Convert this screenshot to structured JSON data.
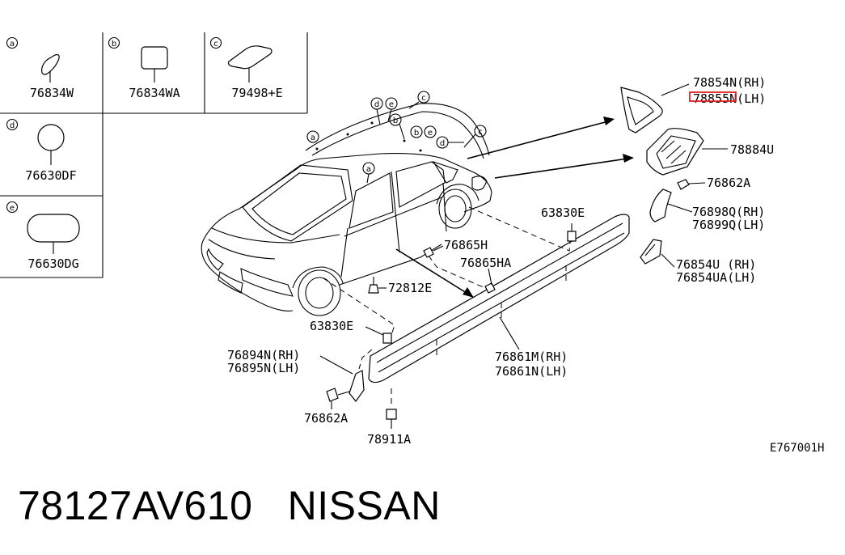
{
  "legend_cells": [
    {
      "letter": "a",
      "part": "76834W"
    },
    {
      "letter": "b",
      "part": "76834WA"
    },
    {
      "letter": "c",
      "part": "79498+E"
    },
    {
      "letter": "d",
      "part": "76630DF"
    },
    {
      "letter": "e",
      "part": "76630DG"
    }
  ],
  "car_callouts": [
    "d",
    "e",
    "b",
    "c",
    "b",
    "e",
    "d",
    "c",
    "a",
    "a"
  ],
  "labels": {
    "p78854N": "78854N(RH)",
    "p78855N": "78855N(LH)",
    "p78884U": "78884U",
    "p76862A_top": "76862A",
    "p76898Q": "76898Q(RH)",
    "p76899Q": "76899Q(LH)",
    "p63830E_top": "63830E",
    "p76865H": "76865H",
    "p76865HA": "76865HA",
    "p72812E": "72812E",
    "p76854U": "76854U (RH)",
    "p76854UA": "76854UA(LH)",
    "p63830E_left": "63830E",
    "p76894N": "76894N(RH)",
    "p76895N": "76895N(LH)",
    "p76861M": "76861M(RH)",
    "p76861N": "76861N(LH)",
    "p76862A_bot": "76862A",
    "p78911A": "78911A",
    "diagram_id": "E767001H"
  },
  "highlight_color": "#e02020",
  "footer": {
    "part_number": "78127AV610",
    "brand": "NISSAN"
  }
}
